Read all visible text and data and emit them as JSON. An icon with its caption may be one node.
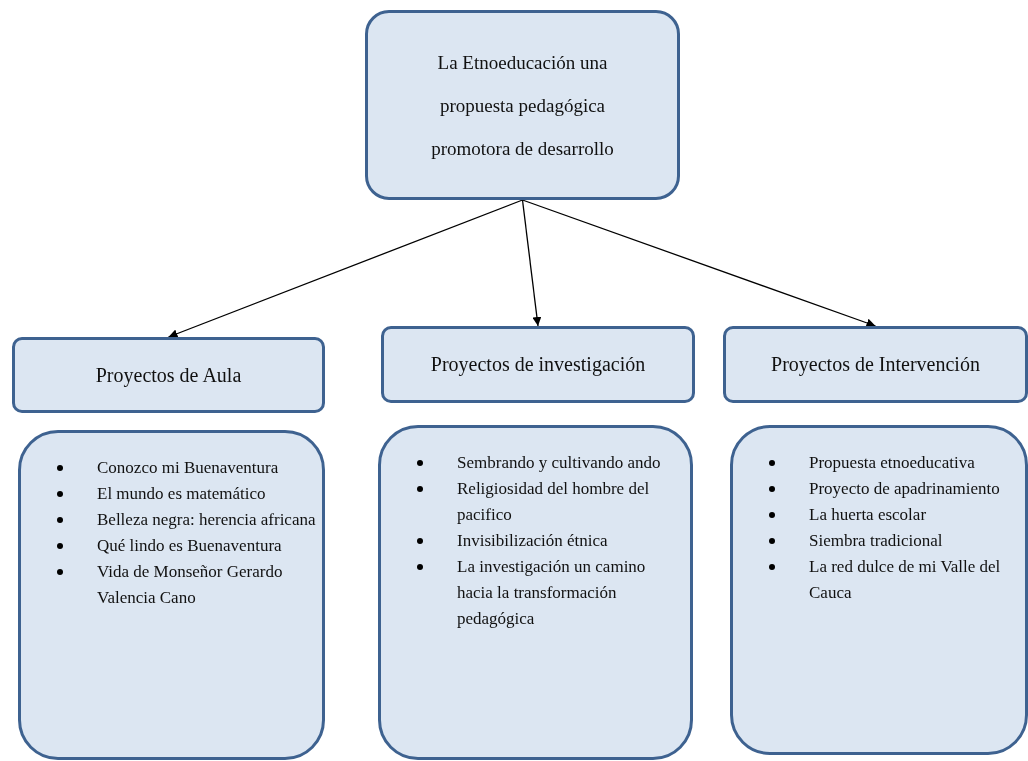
{
  "diagram": {
    "nodes": [
      {
        "text": [
          "La Etnoeducación una propuesta pedagógica promotora de desarrollo"
        ]
      },
      {
        "text": [
          "Proyectos de Aula"
        ]
      },
      {
        "text": [
          "Proyectos de investigación"
        ]
      },
      {
        "text": [
          "Proyectos de Intervención"
        ]
      },
      {
        "text": [
          "Conozco mi Buenaventura",
          "El mundo es matemático",
          "Belleza negra: herencia africana",
          "Qué lindo es Buenaventura",
          "Vida de Monseñor Gerardo Valencia Cano"
        ]
      },
      {
        "text": [
          "Sembrando y cultivando ando",
          "Religiosidad del hombre del pacifico",
          "Invisibilización étnica",
          "La investigación un camino hacia la transformación pedagógica"
        ]
      },
      {
        "text": [
          "Propuesta etnoeducativa",
          "Proyecto de apadrinamiento",
          "La huerta escolar",
          "Siembra tradicional",
          "La red dulce de mi Valle del Cauca"
        ]
      }
    ],
    "edges": [
      {
        "from": 0,
        "to": 1,
        "arrow": "to"
      },
      {
        "from": 0,
        "to": 2,
        "arrow": "to"
      },
      {
        "from": 0,
        "to": 3,
        "arrow": "to"
      }
    ]
  }
}
